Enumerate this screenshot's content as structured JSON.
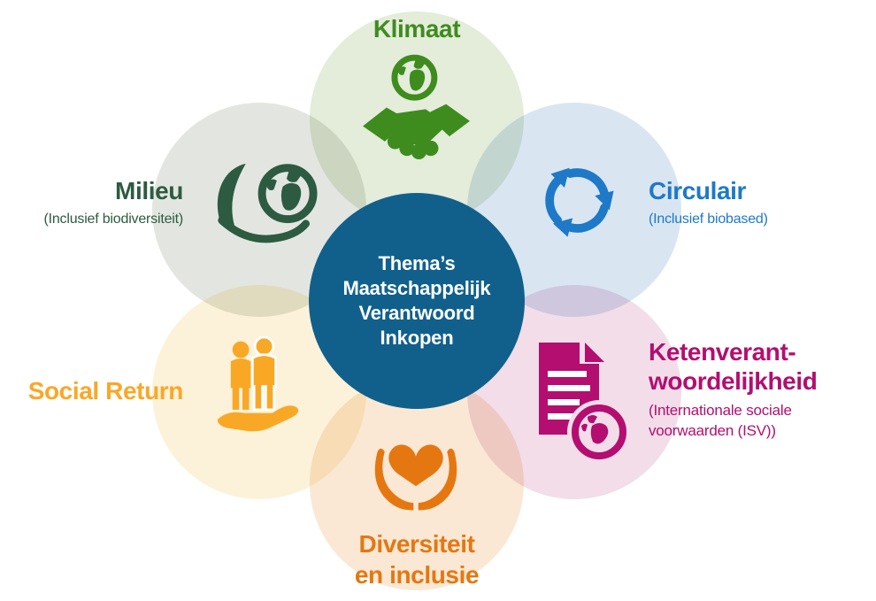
{
  "diagram_title": "Thema’s Maatschappelijk Verantwoord Inkopen",
  "center": {
    "title": "Thema’s\nMaatschappelijk\nVerantwoord\nInkopen",
    "bg_color": "#11608c",
    "text_color": "#ffffff"
  },
  "themes": [
    {
      "id": "klimaat",
      "label": "Klimaat",
      "subtitle": "",
      "icon": "globe-handshake-icon",
      "circle_color": "#e4ecda",
      "text_color": "#3e8c1e",
      "icon_color": "#3e8c1e"
    },
    {
      "id": "circulair",
      "label": "Circulair",
      "subtitle": "(Inclusief biobased)",
      "icon": "recycle-arrows-icon",
      "circle_color": "#d9e6f2",
      "text_color": "#1e79c8",
      "icon_color": "#1e79c8"
    },
    {
      "id": "ketenverantwoordelijkheid",
      "label": "Ketenverant-\nwoordelijkheid",
      "subtitle": "(Internationale sociale\nvoorwaarden (ISV))",
      "icon": "document-globe-icon",
      "circle_color": "#f2dde9",
      "text_color": "#b30e70",
      "icon_color": "#b30e70"
    },
    {
      "id": "diversiteit-en-inclusie",
      "label": "Diversiteit\nen inclusie",
      "subtitle": "",
      "icon": "hands-heart-icon",
      "circle_color": "#fae8d5",
      "text_color": "#e57711",
      "icon_color": "#e57711"
    },
    {
      "id": "social-return",
      "label": "Social Return",
      "subtitle": "",
      "icon": "people-on-hand-icon",
      "circle_color": "#fcf2da",
      "text_color": "#f9a826",
      "icon_color": "#f9a826"
    },
    {
      "id": "milieu",
      "label": "Milieu",
      "subtitle": "(Inclusief biodiversiteit)",
      "icon": "leaf-globe-icon",
      "circle_color": "#e3e6e0",
      "text_color": "#2d5b41",
      "icon_color": "#2d5b41"
    }
  ]
}
